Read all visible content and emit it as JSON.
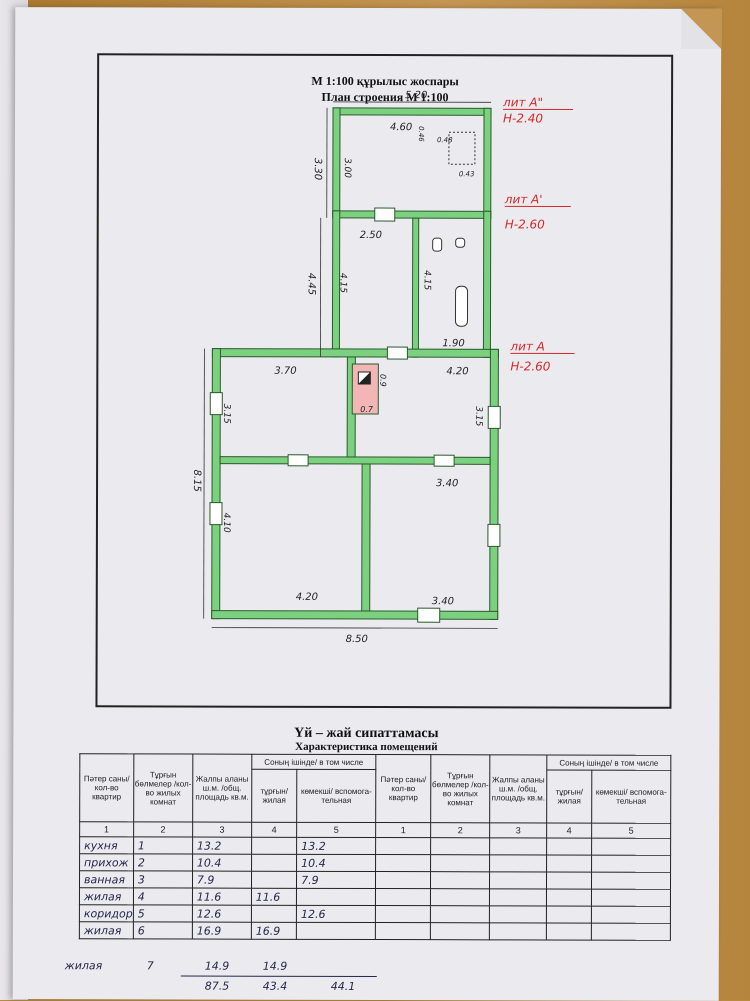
{
  "plan": {
    "title_kz": "М 1:100 құрылыс жоспары",
    "title_ru": "План строения М 1:100",
    "dimensions": {
      "top_width": "5.20",
      "upper_room_width": "4.60",
      "upper_height_outer": "3.30",
      "upper_height_inner": "3.00",
      "small_a": "0.46",
      "small_b": "0.48",
      "small_c": "0.43",
      "mid_room_width": "2.50",
      "mid_height_outer": "4.45",
      "mid_height_inner": "4.15",
      "bath_height": "4.15",
      "bath_width": "1.90",
      "room_a_width": "3.70",
      "room_a_height": "3.15",
      "chimney_a": "0.9",
      "chimney_b": "0.7",
      "room_b_width": "4.20",
      "room_b_height": "3.15",
      "left_total_height": "8.15",
      "room_c_height": "4.10",
      "room_c_width": "4.20",
      "room_d_width_top": "3.40",
      "room_d_width_bottom": "3.40",
      "bottom_total": "8.50"
    },
    "liters": [
      {
        "name": "лит А\"",
        "height": "Н-2.40"
      },
      {
        "name": "лит А'",
        "height": "Н-2.60"
      },
      {
        "name": "лит А",
        "height": "Н-2.60"
      }
    ]
  },
  "characteristics": {
    "title_kz": "Үй – жай сипаттамасы",
    "title_ru": "Характеристика помещений",
    "headers": {
      "col1": "Пәтер саны/ кол-во квартир",
      "col2": "Тұрғын бөлмелер /кол-во жилых комнат",
      "col3": "Жалпы аланы ш.м. /общ. площадь кв.м.",
      "group": "Соның ішінде/ в том числе",
      "col4": "тұрғын/ жилая",
      "col5": "көмекші/ вспомога-тельная"
    },
    "column_numbers": [
      "1",
      "2",
      "3",
      "4",
      "5"
    ],
    "rows": [
      {
        "name": "кухня",
        "num": "1",
        "total": "13.2",
        "living": "",
        "aux": "13.2"
      },
      {
        "name": "прихож",
        "num": "2",
        "total": "10.4",
        "living": "",
        "aux": "10.4"
      },
      {
        "name": "ванная",
        "num": "3",
        "total": "7.9",
        "living": "",
        "aux": "7.9"
      },
      {
        "name": "жилая",
        "num": "4",
        "total": "11.6",
        "living": "11.6",
        "aux": ""
      },
      {
        "name": "коридор",
        "num": "5",
        "total": "12.6",
        "living": "",
        "aux": "12.6"
      },
      {
        "name": "жилая",
        "num": "6",
        "total": "16.9",
        "living": "16.9",
        "aux": ""
      }
    ],
    "extra_row": {
      "name": "жилая",
      "num": "7",
      "total": "14.9",
      "living": "14.9"
    },
    "totals": {
      "total": "87.5",
      "living": "43.4",
      "aux": "44.1"
    }
  }
}
